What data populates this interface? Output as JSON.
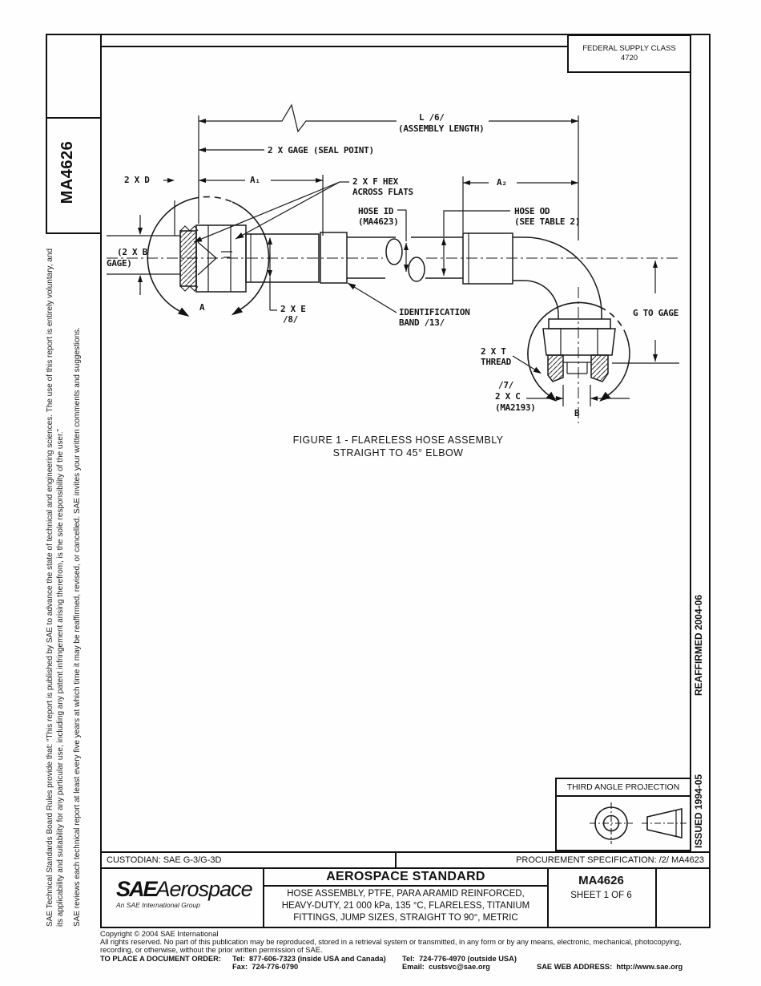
{
  "side": {
    "doc_number": "MA4626",
    "disclaimer": "SAE Technical Standards Board Rules provide that: “This report is published by SAE to advance the state of technical and engineering sciences. The use of this report is entirely voluntary, and its applicability and suitability for any particular use, including any patent infringement arising therefrom, is the sole responsibility of the user.”",
    "review_note": "SAE reviews each technical report at least every five years at which time it may be reaffirmed, revised, or cancelled. SAE invites your written comments and suggestions.",
    "issued": "ISSUED 1994-05",
    "reaffirmed": "REAFFIRMED 2004-06"
  },
  "header": {
    "federal_supply_class_label": "FEDERAL SUPPLY CLASS",
    "federal_supply_class_value": "4720"
  },
  "figure": {
    "caption_line1": "FIGURE 1 - FLARELESS HOSE ASSEMBLY",
    "caption_line2": "STRAIGHT TO 45° ELBOW",
    "labels": {
      "assembly_length_1": "L /6/",
      "assembly_length_2": "(ASSEMBLY LENGTH)",
      "gage_seal_point": "2 X GAGE (SEAL POINT)",
      "two_x_d": "2 X D",
      "a1": "A₁",
      "hex_1": "2 X F HEX",
      "hex_2": "ACROSS FLATS",
      "hose_id_1": "HOSE ID",
      "hose_id_2": "(MA4623)",
      "hose_od_1": "HOSE OD",
      "hose_od_2": "(SEE TABLE 2)",
      "a2": "A₂",
      "b_gage_1": "(2 X B",
      "b_gage_2": "GAGE)",
      "view_a": "A",
      "e_1": "2 X E",
      "e_2": "/8/",
      "id_band_1": "IDENTIFICATION",
      "id_band_2": "BAND /13/",
      "g_to_gage": "G TO GAGE",
      "thread_1": "2 X T",
      "thread_2": "THREAD",
      "note_7": "/7/",
      "c_1": "2 X C",
      "c_2": "(MA2193)",
      "view_b": "B"
    }
  },
  "projection_box": {
    "title": "THIRD ANGLE PROJECTION"
  },
  "custodian_row": {
    "custodian": "CUSTODIAN: SAE G-3/G-3D",
    "procurement": "PROCUREMENT SPECIFICATION: /2/ MA4623"
  },
  "title_block": {
    "logo_sae": "SAE",
    "logo_aerospace": "Aerospace",
    "logo_tagline": "An SAE International Group",
    "standard_type": "AEROSPACE STANDARD",
    "title_line1": "HOSE ASSEMBLY, PTFE, PARA ARAMID REINFORCED,",
    "title_line2": "HEAVY-DUTY, 21 000 kPa, 135 °C, FLARELESS, TITANIUM",
    "title_line3": "FITTINGS, JUMP SIZES, STRAIGHT TO 90°, METRIC",
    "doc_number": "MA4626",
    "sheet": "SHEET 1 OF 6"
  },
  "footer": {
    "copyright": "Copyright © 2004 SAE International",
    "rights": "All rights reserved. No part of this publication may be reproduced, stored in a retrieval system or transmitted, in any form or by any means, electronic, mechanical, photocopying, recording, or otherwise, without the prior written permission of SAE.",
    "order_label": "TO PLACE A DOCUMENT ORDER:",
    "tel_inside": "Tel:  877-606-7323 (inside USA and Canada)",
    "fax": "Fax:  724-776-0790",
    "tel_outside": "Tel:  724-776-4970 (outside USA)",
    "email": "Email:  custsvc@sae.org",
    "web": "SAE WEB ADDRESS:  http://www.sae.org"
  }
}
